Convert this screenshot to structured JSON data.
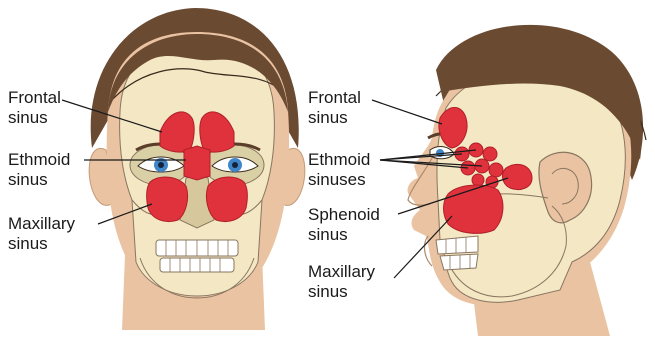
{
  "front_view": {
    "labels": [
      {
        "line1": "Frontal",
        "line2": "sinus"
      },
      {
        "line1": "Ethmoid",
        "line2": "sinus"
      },
      {
        "line1": "Maxillary",
        "line2": "sinus"
      }
    ]
  },
  "side_view": {
    "labels": [
      {
        "line1": "Frontal",
        "line2": "sinus"
      },
      {
        "line1": "Ethmoid",
        "line2": "sinuses"
      },
      {
        "line1": "Sphenoid",
        "line2": "sinus"
      },
      {
        "line1": "Maxillary",
        "line2": "sinus"
      }
    ]
  },
  "colors": {
    "hair": "#6b4a32",
    "skin": "#e9c3a2",
    "skull": "#f3e7c4",
    "sinus": "#e0323c",
    "eye_iris": "#3f86c8"
  }
}
